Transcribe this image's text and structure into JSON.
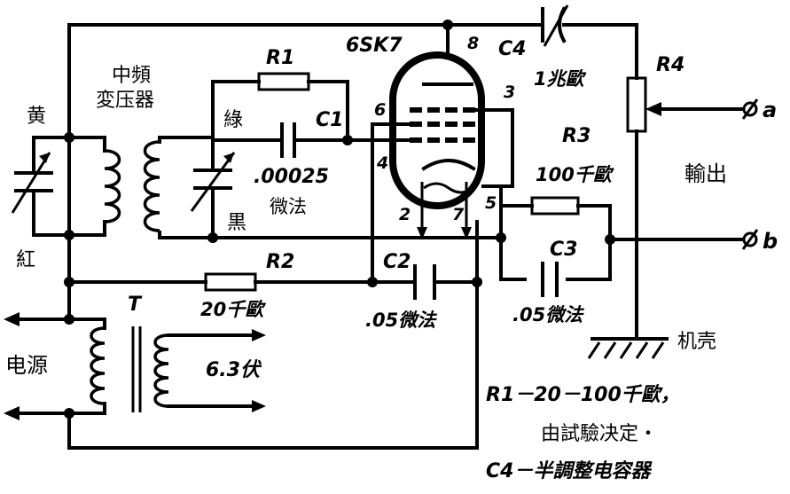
{
  "tube": {
    "type": "6SK7",
    "pin8": "8",
    "pin3": "3",
    "pin6": "6",
    "pin4": "4",
    "pin5": "5",
    "pin2": "2",
    "pin7": "7"
  },
  "if_transformer": {
    "line1": "中頻",
    "line2": "変压器"
  },
  "wire_colors": {
    "yellow": "黄",
    "green": "綠",
    "black": "黒",
    "red": "紅"
  },
  "r1": {
    "name": "R1"
  },
  "c1": {
    "name": "C1",
    "value": ".00025",
    "unit": "微法"
  },
  "r2": {
    "name": "R2",
    "value": "20千歐"
  },
  "c2": {
    "name": "C2",
    "value": ".05微法"
  },
  "r3": {
    "name": "R3",
    "value": "100千歐"
  },
  "c3": {
    "name": "C3",
    "value": ".05微法"
  },
  "c4": {
    "name": "C4",
    "value": "1兆歐"
  },
  "r4": {
    "name": "R4"
  },
  "output": {
    "label": "輸出",
    "terminal_a": "a",
    "terminal_b": "b"
  },
  "chassis": {
    "label": "机壳"
  },
  "power": {
    "label": "电源",
    "transformer": "T",
    "voltage": "6.3伏"
  },
  "notes": {
    "line1": "R1－20－100千歐，",
    "line2": "由試驗决定・",
    "line3": "C4－半調整电容器"
  }
}
